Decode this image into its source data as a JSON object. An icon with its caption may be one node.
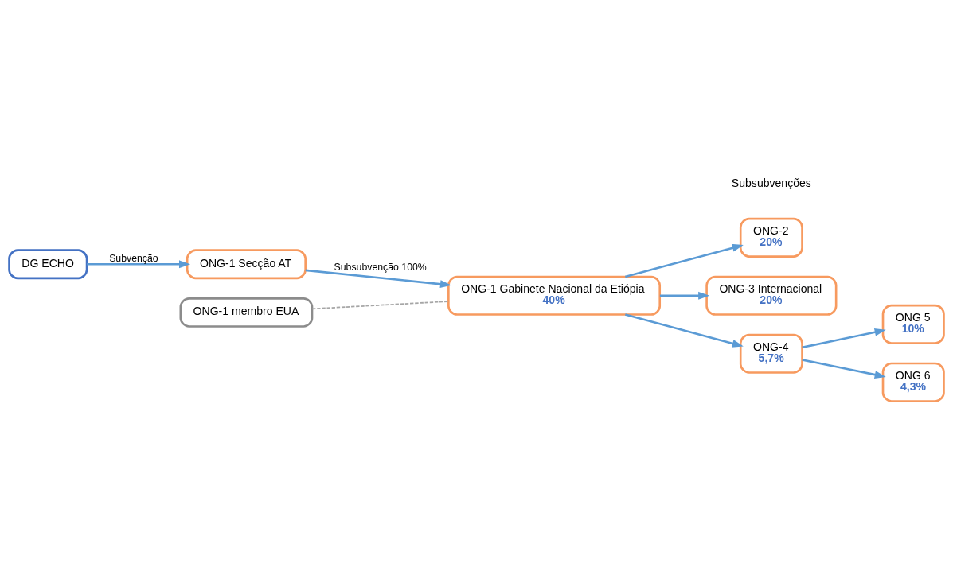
{
  "diagram": {
    "nodes": [
      {
        "text": [
          "DG ECHO"
        ]
      },
      {
        "text": [
          "ONG-1 Secção AT"
        ]
      },
      {
        "text": [
          "ONG-1 membro EUA"
        ]
      },
      {
        "text": [
          "ONG-1 Gabinete Nacional da Etiópia",
          "40%"
        ]
      },
      {
        "text": [
          "ONG-2",
          "20%"
        ]
      },
      {
        "text": [
          "ONG-3 Internacional",
          "20%"
        ]
      },
      {
        "text": [
          "ONG-4",
          "5,7%"
        ]
      },
      {
        "text": [
          "ONG 5",
          "10%"
        ]
      },
      {
        "text": [
          "ONG 6",
          "4,3%"
        ]
      }
    ],
    "edges": [
      {
        "from": 0,
        "to": 1,
        "arrow": "to",
        "label": "Subvenção"
      },
      {
        "from": 1,
        "to": 3,
        "arrow": "to",
        "label": "Subsubvenção 100%"
      },
      {
        "from": 2,
        "to": 3,
        "arrow": "none",
        "style": "dashed",
        "color": "#a6a6a6"
      },
      {
        "from": 3,
        "to": 4,
        "arrow": "to"
      },
      {
        "from": 3,
        "to": 5,
        "arrow": "to"
      },
      {
        "from": 3,
        "to": 6,
        "arrow": "to"
      },
      {
        "from": 6,
        "to": 7,
        "arrow": "to"
      },
      {
        "from": 6,
        "to": 8,
        "arrow": "to"
      }
    ],
    "labels": [
      "Subsubvenções"
    ]
  }
}
